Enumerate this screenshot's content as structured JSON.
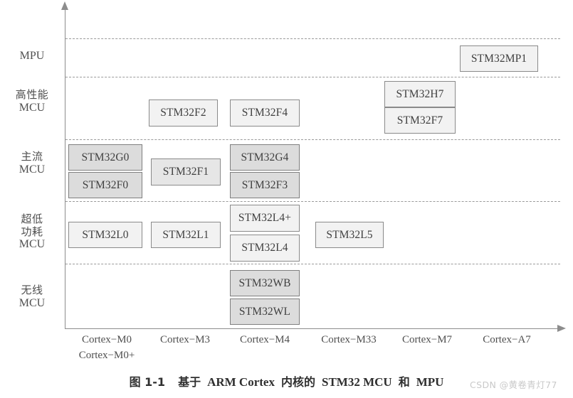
{
  "figure": {
    "caption_index": "图 1-1",
    "caption_cjk_1": "基于",
    "caption_lat_1": "ARM Cortex",
    "caption_cjk_2": "内核的",
    "caption_lat_2": "STM32 MCU",
    "caption_cjk_3": "和",
    "caption_lat_3": "MPU",
    "watermark": "CSDN @黄卷青灯77"
  },
  "chart_data": {
    "type": "scatter",
    "title": "图 1-1  基于 ARM Cortex 内核的 STM32 MCU 和 MPU",
    "xlabel": "",
    "ylabel": "",
    "grid": "horizontal-dashed",
    "legend": "none",
    "x_categories": [
      "Cortex-M0 / Cortex-M0+",
      "Cortex-M3",
      "Cortex-M4",
      "Cortex-M33",
      "Cortex-M7",
      "Cortex-A7"
    ],
    "y_categories": [
      "MPU",
      "高性能 MCU",
      "主流 MCU",
      "超低功耗 MCU",
      "无线 MCU"
    ],
    "cells": [
      {
        "row": "MPU",
        "col": "Cortex-A7",
        "items": [
          "STM32MP1"
        ]
      },
      {
        "row": "高性能 MCU",
        "col": "Cortex-M3",
        "items": [
          "STM32F2"
        ]
      },
      {
        "row": "高性能 MCU",
        "col": "Cortex-M4",
        "items": [
          "STM32F4"
        ]
      },
      {
        "row": "高性能 MCU",
        "col": "Cortex-M7",
        "items": [
          "STM32H7",
          "STM32F7"
        ]
      },
      {
        "row": "主流 MCU",
        "col": "Cortex-M0",
        "items": [
          "STM32G0",
          "STM32F0"
        ]
      },
      {
        "row": "主流 MCU",
        "col": "Cortex-M3",
        "items": [
          "STM32F1"
        ]
      },
      {
        "row": "主流 MCU",
        "col": "Cortex-M4",
        "items": [
          "STM32G4",
          "STM32F3"
        ]
      },
      {
        "row": "超低功耗 MCU",
        "col": "Cortex-M0",
        "items": [
          "STM32L0"
        ]
      },
      {
        "row": "超低功耗 MCU",
        "col": "Cortex-M3",
        "items": [
          "STM32L1"
        ]
      },
      {
        "row": "超低功耗 MCU",
        "col": "Cortex-M4",
        "items": [
          "STM32L4+",
          "STM32L4"
        ]
      },
      {
        "row": "超低功耗 MCU",
        "col": "Cortex-M33",
        "items": [
          "STM32L5"
        ]
      },
      {
        "row": "无线 MCU",
        "col": "Cortex-M4",
        "items": [
          "STM32WB",
          "STM32WL"
        ]
      }
    ]
  },
  "rows": [
    {
      "id": "mpu",
      "line1": "MPU",
      "line1_kind": "lat",
      "line2": "",
      "line3": ""
    },
    {
      "id": "high-perf",
      "line1": "高性能",
      "line1_kind": "cjk",
      "line2": "MCU",
      "line3": ""
    },
    {
      "id": "mainstream",
      "line1": "主流",
      "line1_kind": "cjk",
      "line2": "MCU",
      "line3": ""
    },
    {
      "id": "low-power",
      "line1": "超低",
      "line1_kind": "cjk",
      "line2": "功耗",
      "line3": "MCU"
    },
    {
      "id": "wireless",
      "line1": "无线",
      "line1_kind": "cjk",
      "line2": "MCU",
      "line3": ""
    }
  ],
  "xticks": [
    {
      "id": "m0",
      "line1": "Cortex−M0",
      "line2": "Cortex−M0+"
    },
    {
      "id": "m3",
      "line1": "Cortex−M3",
      "line2": ""
    },
    {
      "id": "m4",
      "line1": "Cortex−M4",
      "line2": ""
    },
    {
      "id": "m33",
      "line1": "Cortex−M33",
      "line2": ""
    },
    {
      "id": "m7",
      "line1": "Cortex−M7",
      "line2": ""
    },
    {
      "id": "a7",
      "line1": "Cortex−A7",
      "line2": ""
    }
  ],
  "chips": [
    {
      "id": "stm32mp1",
      "label": "STM32MP1"
    },
    {
      "id": "stm32h7",
      "label": "STM32H7"
    },
    {
      "id": "stm32f7",
      "label": "STM32F7"
    },
    {
      "id": "stm32f2",
      "label": "STM32F2"
    },
    {
      "id": "stm32f4",
      "label": "STM32F4"
    },
    {
      "id": "stm32g0",
      "label": "STM32G0"
    },
    {
      "id": "stm32f0",
      "label": "STM32F0"
    },
    {
      "id": "stm32f1",
      "label": "STM32F1"
    },
    {
      "id": "stm32g4",
      "label": "STM32G4"
    },
    {
      "id": "stm32f3",
      "label": "STM32F3"
    },
    {
      "id": "stm32l0",
      "label": "STM32L0"
    },
    {
      "id": "stm32l1",
      "label": "STM32L1"
    },
    {
      "id": "stm32l4p",
      "label": "STM32L4+"
    },
    {
      "id": "stm32l4",
      "label": "STM32L4"
    },
    {
      "id": "stm32l5",
      "label": "STM32L5"
    },
    {
      "id": "stm32wb",
      "label": "STM32WB"
    },
    {
      "id": "stm32wl",
      "label": "STM32WL"
    }
  ],
  "colors": {
    "axis": "#8d8d8d",
    "band_line": "#9a9a9a",
    "chip_border": "#8a8a8a",
    "chip_fill_light": "#f2f2f2",
    "chip_fill_medium": "#e6e6e6",
    "chip_fill_dark": "#dcdcdc",
    "text": "#4a4a4a",
    "watermark": "#c9c9c9"
  }
}
